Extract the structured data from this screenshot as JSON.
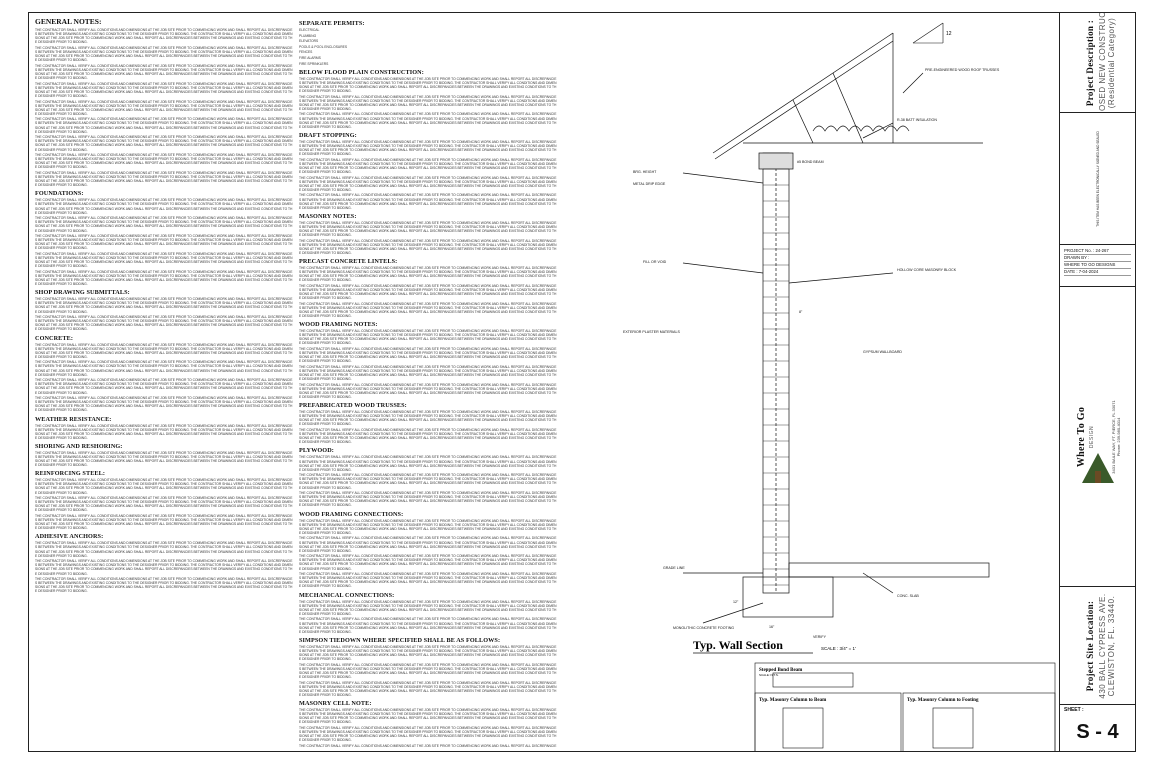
{
  "notes_left": {
    "title": "General Notes:",
    "sections": [
      {
        "heading": "",
        "paras": 9
      },
      {
        "heading": "Foundations:",
        "paras": 5
      },
      {
        "heading": "Shop Drawing Submittals:",
        "paras": 2
      },
      {
        "heading": "Concrete:",
        "paras": 4
      },
      {
        "heading": "Weather Resistance:",
        "paras": 1
      },
      {
        "heading": "Shoring and Reshoring:",
        "paras": 1
      },
      {
        "heading": "Reinforcing Steel:",
        "paras": 3
      },
      {
        "heading": "Adhesive Anchors:",
        "paras": 3
      }
    ]
  },
  "notes_right": {
    "sections": [
      {
        "heading": "Separate Permits:"
      },
      {
        "heading": "Below Flood Plain Construction:"
      },
      {
        "heading": "Draft Stopping:"
      },
      {
        "heading": "Masonry Notes:"
      },
      {
        "heading": "Precast Concrete Lintels:"
      },
      {
        "heading": "Wood Framing Notes:"
      },
      {
        "heading": "Prefabricated Wood Trusses:"
      },
      {
        "heading": "Plywood:"
      },
      {
        "heading": "Wood Framing Connections:"
      },
      {
        "heading": "Mechanical Connections:"
      },
      {
        "heading": "Simpson Tiedown Where Specified Shall be as Follows:"
      },
      {
        "heading": "Masonry Cell Note:"
      }
    ]
  },
  "separate_permits_list": [
    "Electrical",
    "Plumbing",
    "Elevators",
    "Pools & Pool Enclosures",
    "Fences",
    "Fire Alarms",
    "Fire Sprinklers"
  ],
  "wall_section": {
    "title": "Typ. Wall Section",
    "scale": "SCALE : 3/4\" = 1'",
    "labels": {
      "slope": "12",
      "brg_height": "BRG. HEIGHT",
      "metal_drip": "METAL DRIP EDGE",
      "grade": "GRADE LINE",
      "slab": "CONC. SLAB",
      "footing": "MONOLITHIC CONCRETE FOOTING",
      "r38": "R-38 BATT INSULATION",
      "pre_eng": "PRE-ENGINEERED WOOD ROOF TRUSSES",
      "fill": "FILL OR VOID",
      "hollow": "HOLLOW CORE MASONRY BLOCK",
      "exterior": "EXTERIOR PLASTER MATERIALS",
      "gypsum": "GYPSUM WALLBOARD",
      "bond_beam": "#5 BOND BEAM",
      "verify": "VERIFY",
      "dim_8": "8\"",
      "dim_12": "12\"",
      "dim_16": "16\""
    }
  },
  "detail_titles": {
    "stepped": "Stepped Bond Beam",
    "col_beam": "Typ. Masonry Column to Beam",
    "col_footing": "Typ. Masonry Column to Footing",
    "stepped_scale": "SCALE: N.T.S."
  },
  "title_block": {
    "project_desc_label": "Project Description :",
    "project_desc_value": "PROPOSED NEW CONSTRUCTION",
    "project_desc_sub": "(Residential Category)",
    "seal_text": "THIS ITEM HAS BEEN ELECTRONICALLY SIGNED AND SEALED",
    "project_no": "PROJECT No. : 24-267",
    "drawn_by_label": "DRAWN BY :",
    "drawn_by": "WHERE TO GO DESIGNS",
    "date_label": "DATE :",
    "date": "7-04-2024",
    "firm_name": "Where To Go",
    "firm_sub": "DESIGN",
    "firm_addr": "3431 BAILE WAY, FT. PIERCE, FL 33071",
    "firm_phone": "Phone: 239-980-4014",
    "site_label": "Project Site Location:",
    "site_line1": "430 BALL CYPRESS AVE.",
    "site_line2": "CLEWISTON, FL. 33440.",
    "sheet_label": "SHEET :",
    "sheet_no": "S - 4"
  },
  "colors": {
    "ink": "#111111",
    "grey_text": "#555555",
    "logo_green": "#3a5a2a",
    "logo_brown": "#6b4a24"
  }
}
